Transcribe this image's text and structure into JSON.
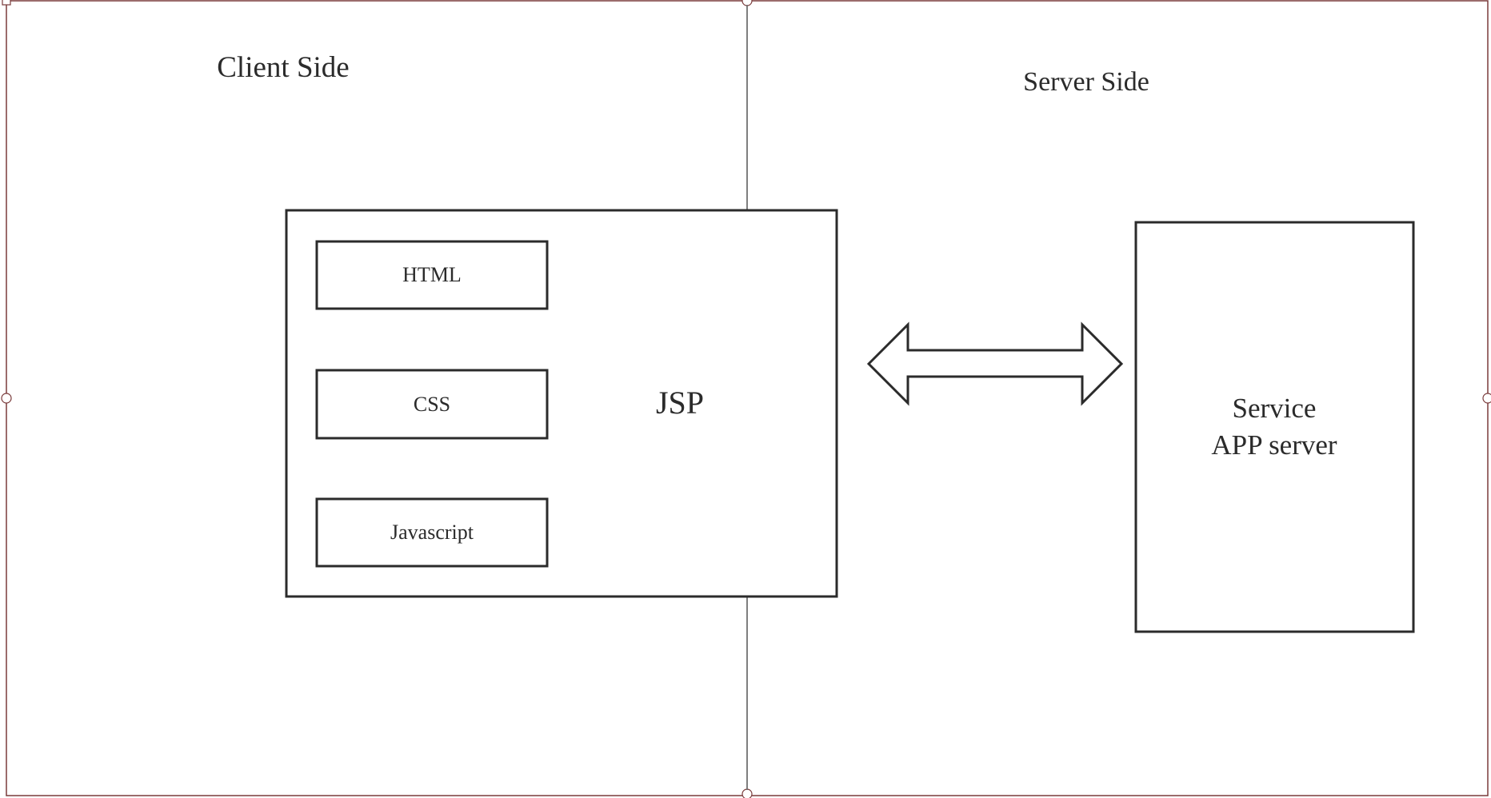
{
  "diagram": {
    "client_side_label": "Client Side",
    "server_side_label": "Server Side",
    "jsp_label": "JSP",
    "html_label": "HTML",
    "css_label": "CSS",
    "javascript_label": "Javascript",
    "service_line1": "Service",
    "service_line2": "APP server"
  },
  "colors": {
    "stroke": "#2b2b2b",
    "divider": "#707070",
    "selection": "#7a3b3b",
    "text": "#2b2b2b"
  }
}
